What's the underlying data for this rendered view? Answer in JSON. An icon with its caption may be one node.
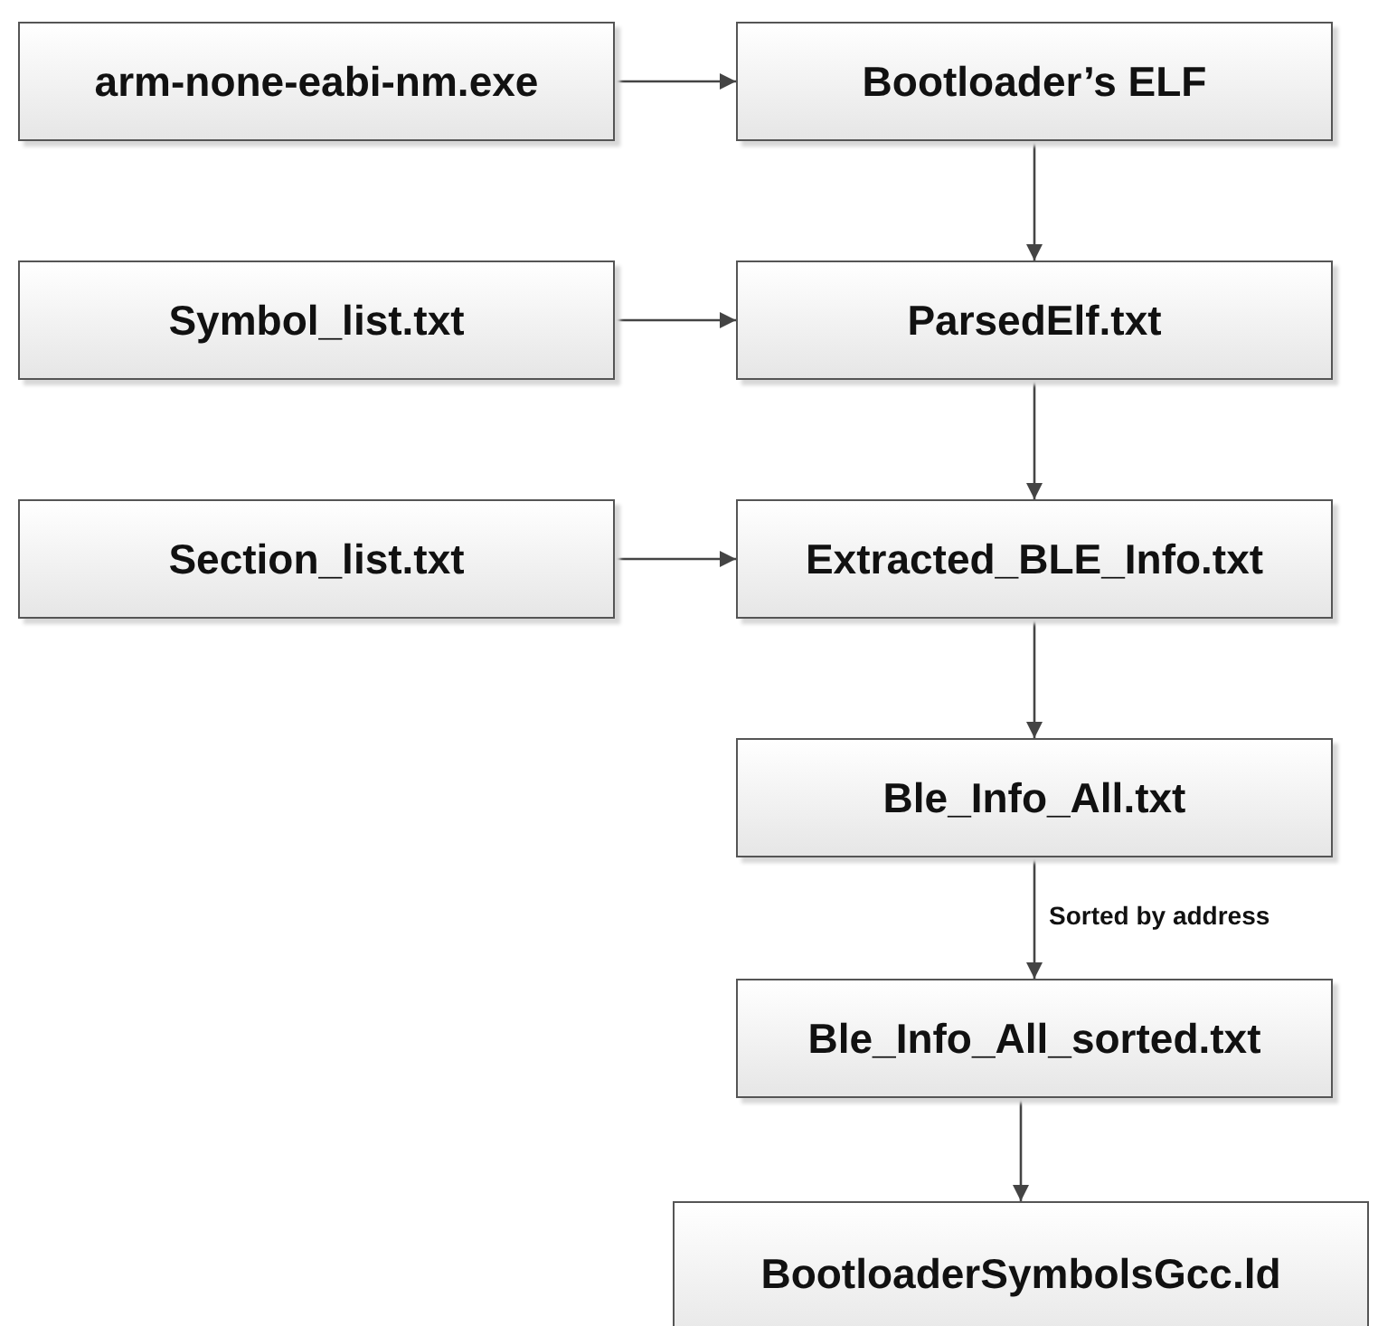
{
  "diagram": {
    "nodes": [
      {
        "text": [
          "arm-none-eabi-nm.exe"
        ]
      },
      {
        "text": [
          "Bootloader’s ELF"
        ]
      },
      {
        "text": [
          "Symbol_list.txt"
        ]
      },
      {
        "text": [
          "ParsedElf.txt"
        ]
      },
      {
        "text": [
          "Section_list.txt"
        ]
      },
      {
        "text": [
          "Extracted_BLE_Info.txt"
        ]
      },
      {
        "text": [
          "Ble_Info_All.txt"
        ]
      },
      {
        "text": [
          "Ble_Info_All_sorted.txt"
        ]
      },
      {
        "text": [
          "BootloaderSymbolsGcc.ld"
        ]
      }
    ],
    "edges": [
      {
        "from": 0,
        "to": 1,
        "arrow": "to"
      },
      {
        "from": 1,
        "to": 3,
        "arrow": "to"
      },
      {
        "from": 2,
        "to": 3,
        "arrow": "to"
      },
      {
        "from": 3,
        "to": 5,
        "arrow": "to"
      },
      {
        "from": 4,
        "to": 5,
        "arrow": "to"
      },
      {
        "from": 5,
        "to": 6,
        "arrow": "to"
      },
      {
        "from": 6,
        "to": 7,
        "label": "Sorted by address",
        "arrow": "to"
      },
      {
        "from": 7,
        "to": 8,
        "arrow": "to"
      }
    ]
  }
}
